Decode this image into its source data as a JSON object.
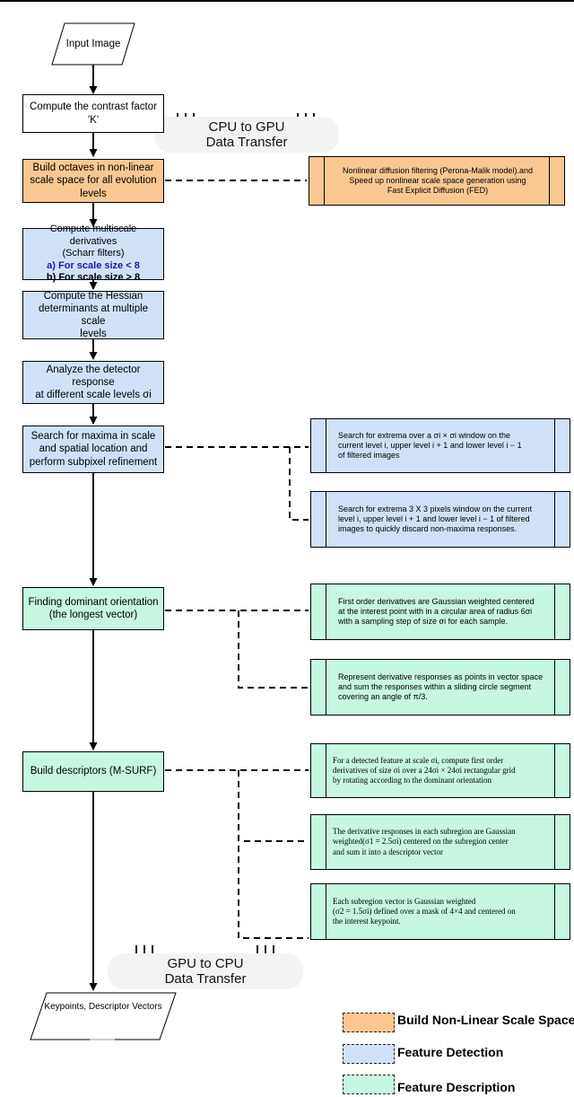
{
  "flow": {
    "input": "Input Image",
    "contrast": [
      "Compute the contrast factor",
      "'K'"
    ],
    "octaves": [
      "Build octaves in non-linear",
      "scale space for all evolution",
      "levels"
    ],
    "derivatives": {
      "title": [
        "Compute multiscale derivatives",
        "(Scharr filters)"
      ],
      "a": "a) For scale size < 8",
      "b": "b) For scale size > 8"
    },
    "hessian": [
      "Compute the Hessian",
      "determinants at multiple scale",
      "levels"
    ],
    "detector": [
      "Analyze the detector response",
      "at different scale levels σi"
    ],
    "maxima": [
      "Search for maxima in scale",
      "and spatial location and",
      "perform subpixel refinement"
    ],
    "orientation": [
      "Finding dominant orientation",
      "(the longest vector)"
    ],
    "descriptors": "Build descriptors (M-SURF)",
    "output": "Keypoints, Descriptor Vectors"
  },
  "transfers": {
    "cpu_gpu": [
      "CPU to GPU",
      "Data Transfer"
    ],
    "gpu_cpu": [
      "GPU to CPU",
      "Data Transfer"
    ]
  },
  "notes": {
    "fed": [
      "Nonlinear diffusion filtering  (Perona-Malik model).and",
      "Speed up nonlinear scale space generation using",
      "Fast Explicit Diffusion (FED)"
    ],
    "extrema1": [
      "Search for extrema over a  σi × σi window on the",
      "current level i, upper level i + 1 and lower level  i − 1",
      "of filtered images"
    ],
    "extrema2": [
      "Search for extrema 3 X 3 pixels window on the current",
      "level i, upper level i + 1 and lower level  i − 1 of filtered",
      "images to quickly discard non-maxima responses."
    ],
    "orient1": [
      "First order derivatives are  Gaussian weighted centered",
      "at the interest point with in a circular area of radius 6σi",
      "with a sampling step of size σi for each sample."
    ],
    "orient2": [
      "Represent derivative responses as points in vector space",
      "and sum the responses  within a sliding circle segment",
      "covering an angle of π/3."
    ],
    "desc1": [
      "For a detected feature at scale σi, compute first order",
      "derivatives of size σi  over a 24σi × 24σi rectangular grid",
      "by rotating according to the dominant orientation"
    ],
    "desc2": [
      "The derivative responses in each subregion are  Gaussian",
      "weighted(σ1  = 2.5σi) centered on the subregion center",
      "and sum it into a descriptor vector"
    ],
    "desc3": [
      "Each subregion vector is  Gaussian weighted",
      "(σ2 = 1.5σi)  defined over a mask of 4×4 and centered on",
      "the interest keypoint."
    ]
  },
  "legend": {
    "items": [
      {
        "label": "Build Non-Linear Scale Space",
        "color": "#fac791"
      },
      {
        "label": "Feature Detection",
        "color": "#d0e1f7"
      },
      {
        "label": "Feature Description",
        "color": "#c5f7e1"
      }
    ]
  },
  "colors": {
    "orange": "#fac791",
    "blue": "#d0e1f7",
    "green": "#c5f7e1",
    "cloud": "#f3f3f3"
  }
}
